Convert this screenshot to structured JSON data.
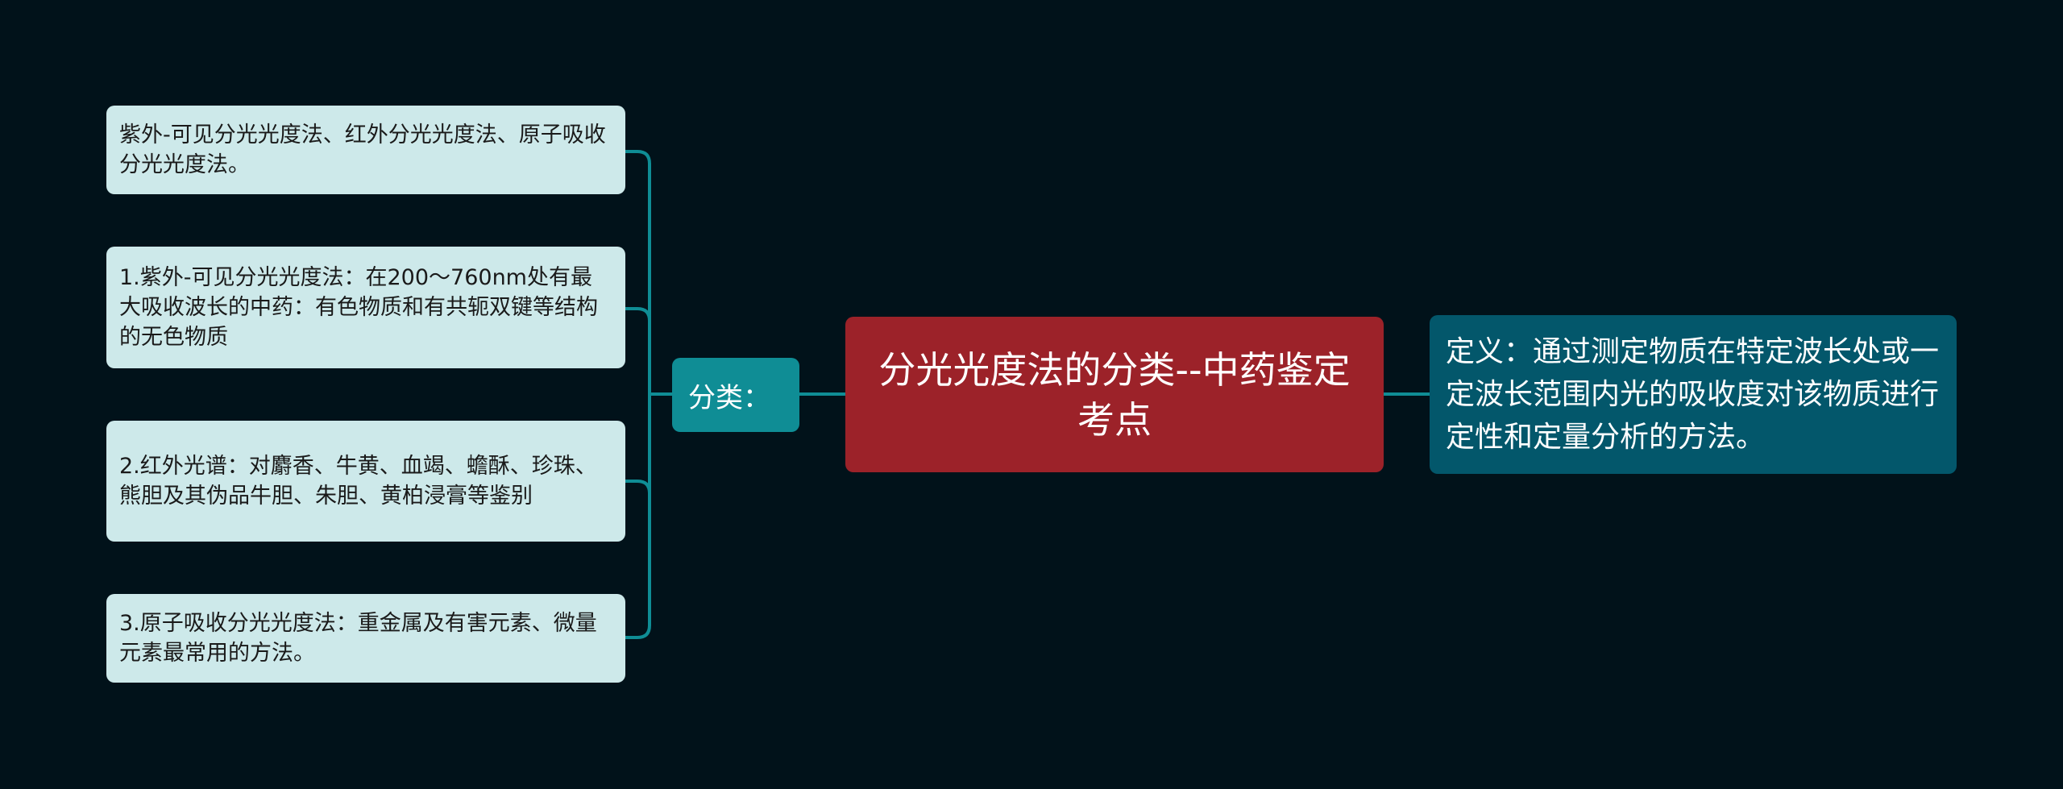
{
  "root": {
    "label": "分光光度法的分类--中药鉴定考点"
  },
  "definition": {
    "text": "定义：通过测定物质在特定波长处或一定波长范围内光的吸收度对该物质进行定性和定量分析的方法。"
  },
  "classification": {
    "label": "分类：",
    "items": [
      {
        "text": "紫外-可见分光光度法、红外分光光度法、原子吸收分光光度法。"
      },
      {
        "text": "1.紫外-可见分光光度法：在200～760nm处有最大吸收波长的中药：有色物质和有共轭双键等结构的无色物质"
      },
      {
        "text": "2.红外光谱：对麝香、牛黄、血竭、蟾酥、珍珠、熊胆及其伪品牛胆、朱胆、黄柏浸膏等鉴别"
      },
      {
        "text": "3.原子吸收分光光度法：重金属及有害元素、微量元素最常用的方法。"
      }
    ]
  },
  "colors": {
    "background": "#01121a",
    "connector": "#0f8d95",
    "root_fill": "#9c2229",
    "branch_fill": "#0f8d95",
    "definition_fill": "#03576b",
    "leaf_fill": "#cde9ea"
  }
}
